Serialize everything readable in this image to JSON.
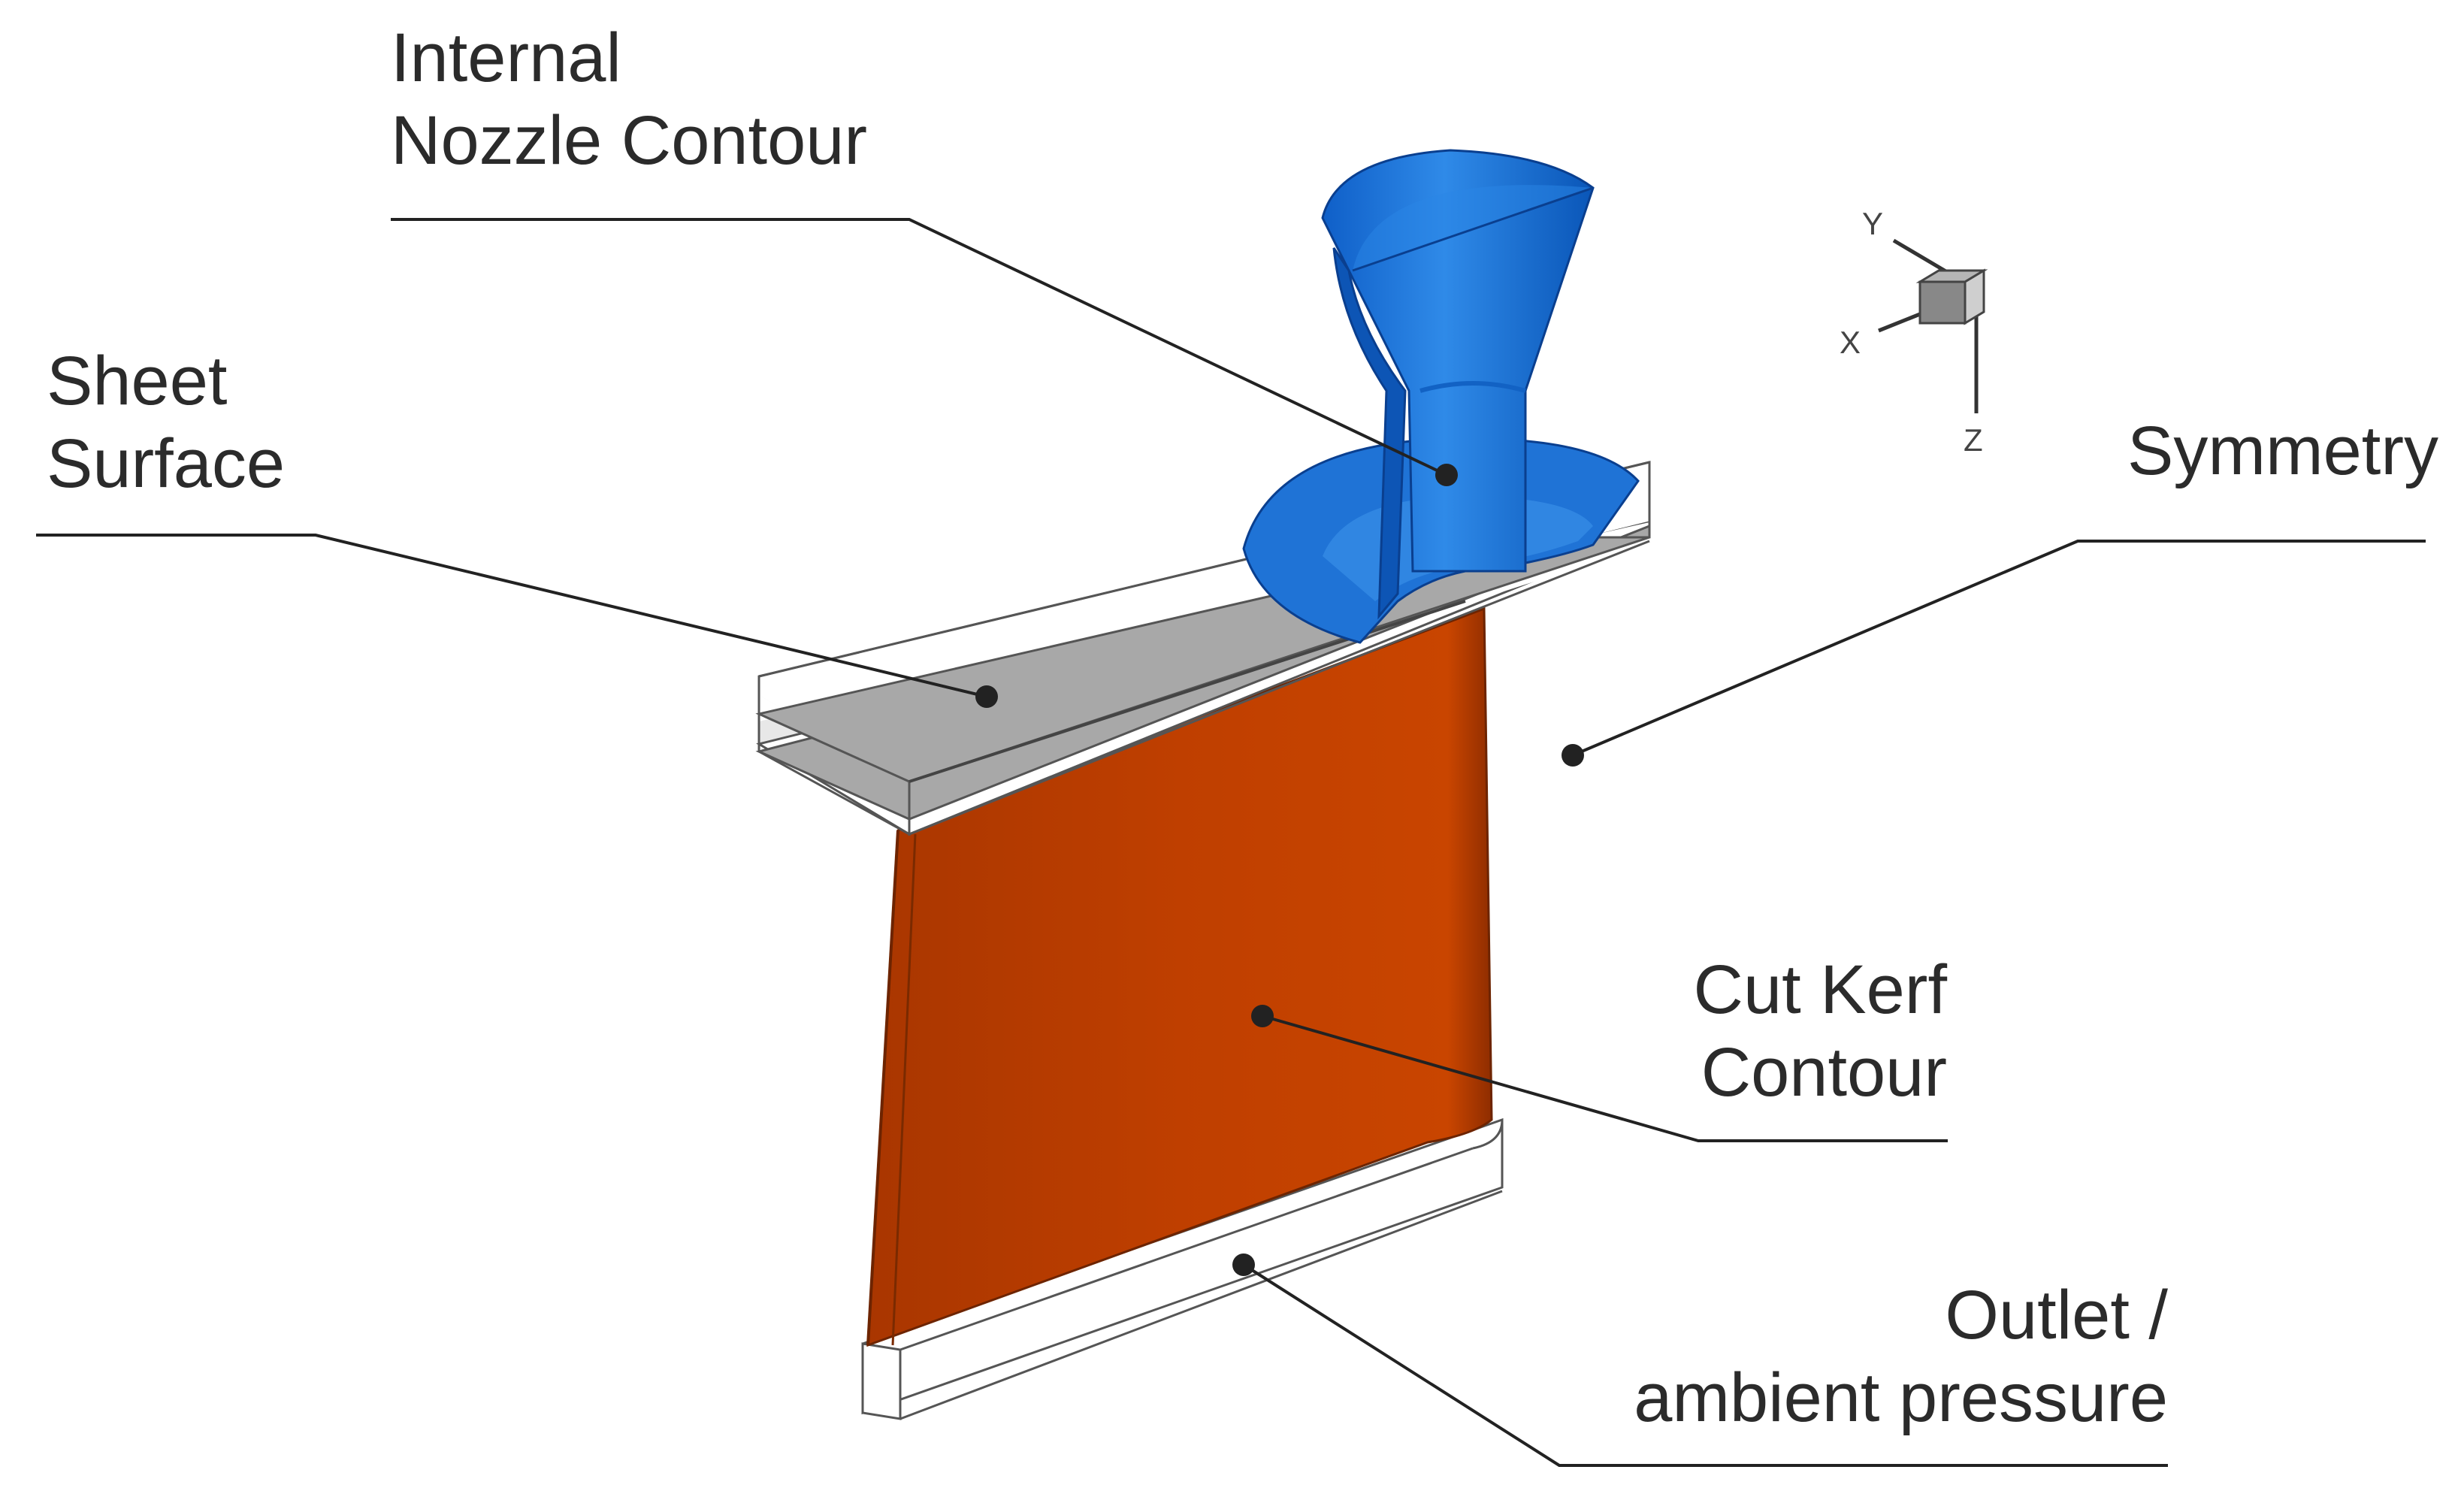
{
  "labels": {
    "nozzle": {
      "line1": "Internal",
      "line2": "Nozzle Contour"
    },
    "sheet": {
      "line1": "Sheet",
      "line2": "Surface"
    },
    "symmetry": {
      "line1": "Symmetry"
    },
    "kerf": {
      "line1": "Cut Kerf",
      "line2": "Contour"
    },
    "outlet": {
      "line1": "Outlet /",
      "line2": "ambient pressure"
    }
  },
  "axes": {
    "y": "Y",
    "x": "X",
    "z": "Z"
  },
  "colors": {
    "nozzle": "#1f73d6",
    "sheet": "#a8a8a8",
    "kerf": "#bf3f00",
    "outline": "#555555",
    "leader": "#222222"
  }
}
